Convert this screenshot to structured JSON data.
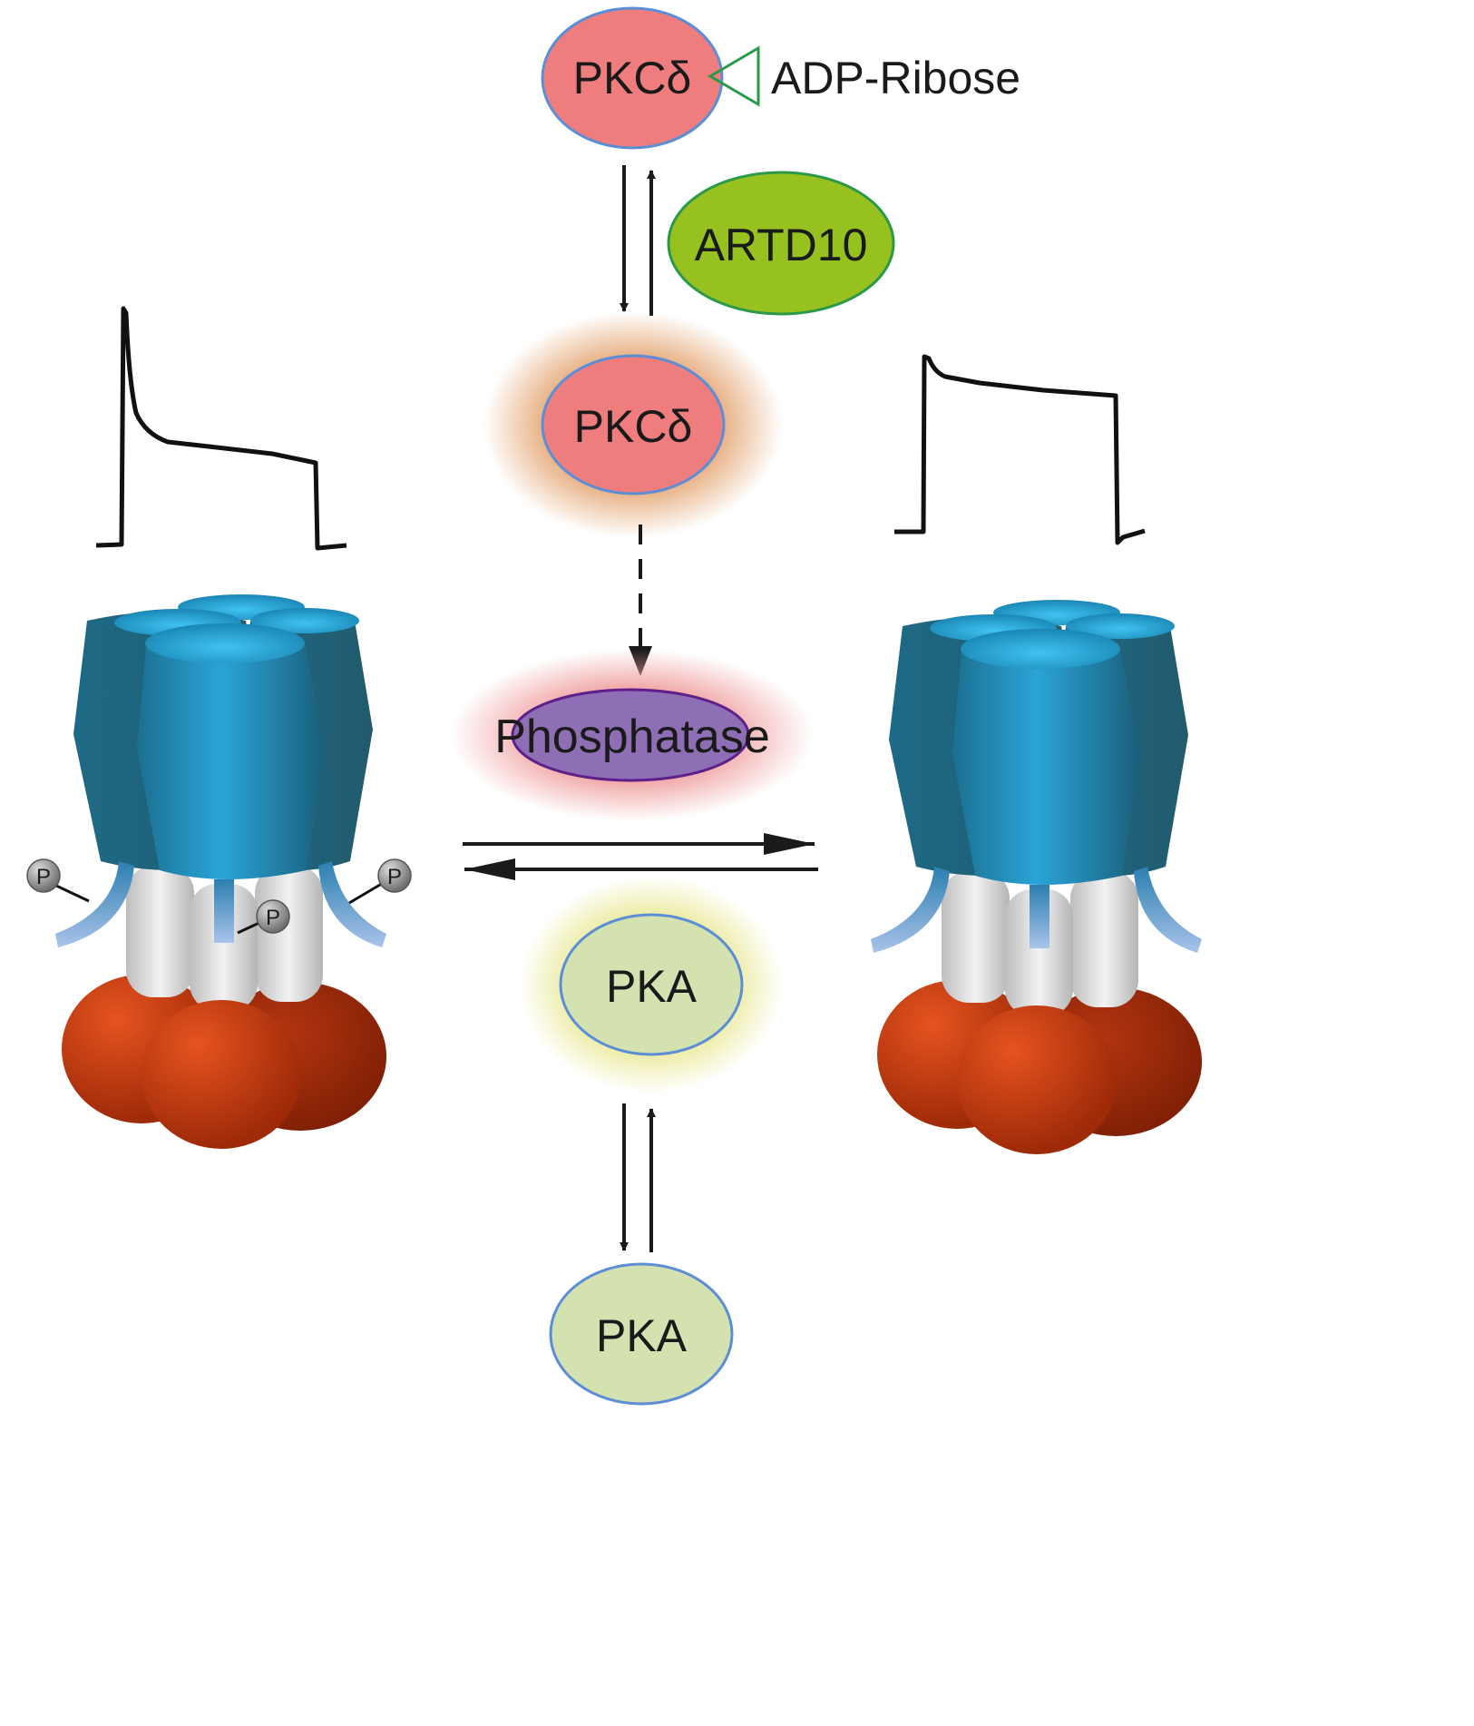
{
  "labels": {
    "pkc_top": "PKCδ",
    "adp_ribose": "ADP-Ribose",
    "artd10": "ARTD10",
    "pkc_mid": "PKCδ",
    "phosphatase": "Phosphatase",
    "pka_mid": "PKA",
    "pka_bottom": "PKA",
    "phospho": "P"
  },
  "colors": {
    "pkc_fill": "#ef7d7d",
    "pkc_glow": "#e8a878",
    "artd10_fill": "#97c11f",
    "phosphatase_fill": "#8e6fb5",
    "phosphatase_glow": "#f0a0a0",
    "pka_fill": "#d4e2b0",
    "pka_glow": "#e8e890",
    "channel_blue": "#1f7d9e",
    "channel_red": "#b23312",
    "channel_gray": "#d9d9d9",
    "adp_triangle": "#2a9a48",
    "outline_blue": "#5b8ed6"
  },
  "icons": {
    "left_channel": "phosphorylated-ion-channel",
    "right_channel": "dephosphorylated-ion-channel",
    "left_trace": "current-trace",
    "right_trace": "current-trace"
  }
}
